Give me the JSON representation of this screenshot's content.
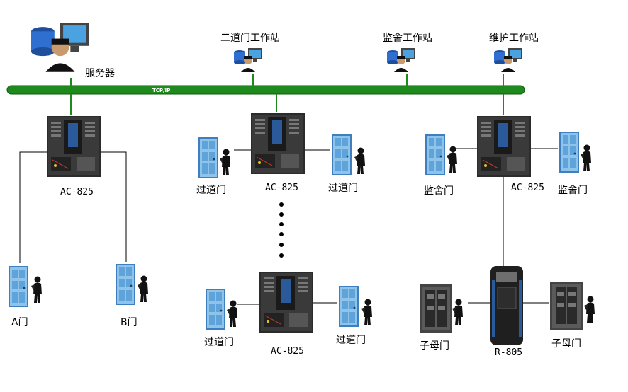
{
  "network": {
    "bus_label": "TCP/IP",
    "bus_color": "#1e8a1e"
  },
  "workstations": {
    "server": "服务器",
    "tunnel_ws": "二道门工作站",
    "dorm_ws": "监舍工作站",
    "maint_ws": "维护工作站"
  },
  "controllers": {
    "c1": "AC-825",
    "c2": "AC-825",
    "c3": "AC-825",
    "c4": "AC-825",
    "reader": "R-805"
  },
  "doors": {
    "a": "A门",
    "b": "B门",
    "pass1": "过道门",
    "pass2": "过道门",
    "pass3": "过道门",
    "pass4": "过道门",
    "dorm1": "监舍门",
    "dorm2": "监舍门",
    "mother1": "子母门",
    "mother2": "子母门"
  },
  "colors": {
    "door": "#8fc3ea",
    "door_frame": "#3d7fbf",
    "panel": "#2b2b2b",
    "wire": "#000000"
  }
}
